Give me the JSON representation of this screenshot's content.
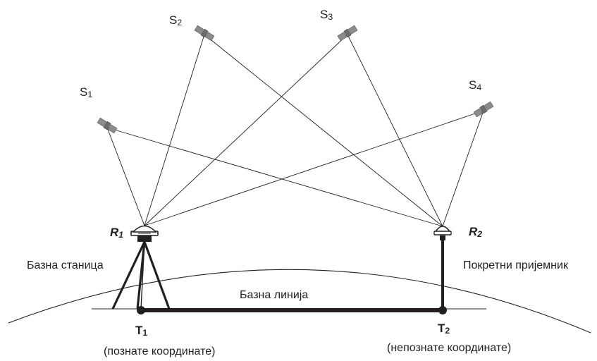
{
  "satellites": [
    {
      "id": "s1",
      "letter": "S",
      "index": "1"
    },
    {
      "id": "s2",
      "letter": "S",
      "index": "2"
    },
    {
      "id": "s3",
      "letter": "S",
      "index": "3"
    },
    {
      "id": "s4",
      "letter": "S",
      "index": "4"
    }
  ],
  "receivers": {
    "r1": {
      "letter": "R",
      "index": "1"
    },
    "r2": {
      "letter": "R",
      "index": "2"
    }
  },
  "points": {
    "t1": {
      "letter": "T",
      "index": "1"
    },
    "t2": {
      "letter": "T",
      "index": "2"
    }
  },
  "labels": {
    "base_station": "Базна станица",
    "rover": "Покретни пријемник",
    "baseline": "Базна линија",
    "known_coords": "(познате координате)",
    "unknown_coords": "(непознате координате)"
  },
  "colors": {
    "line": "#231f20",
    "satellite": "#8c8c8c"
  }
}
